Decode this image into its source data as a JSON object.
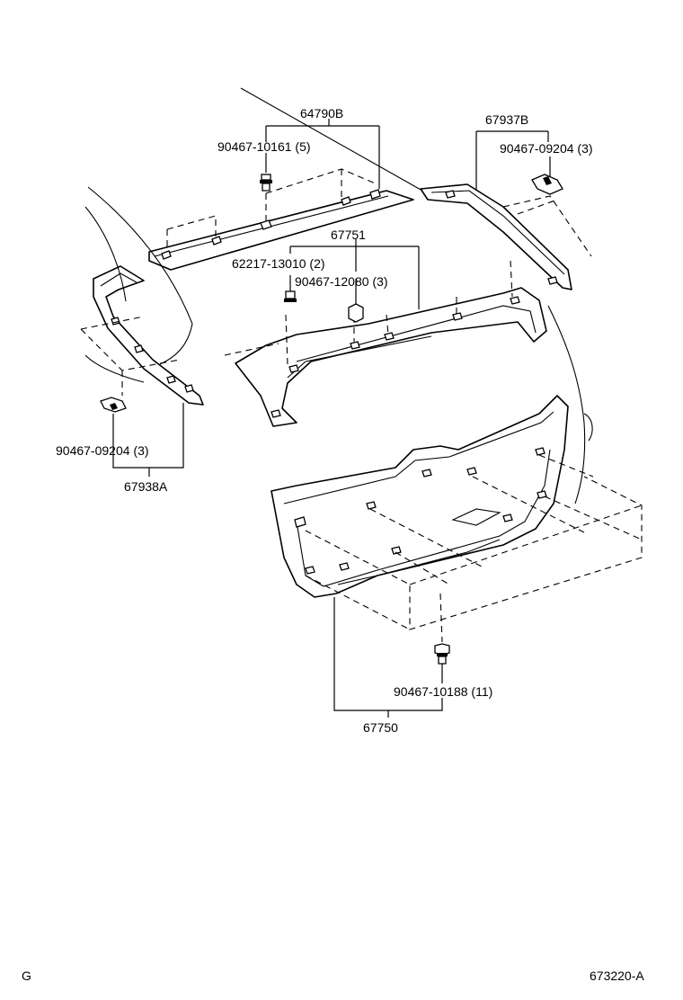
{
  "diagram": {
    "part_labels": {
      "molding_upper": "64790B",
      "clip_upper": "90467-10161 (5)",
      "garnish_right": "67937B",
      "clip_right": "90467-09204 (3)",
      "board_middle": "67751",
      "clip_middle_a": "62217-13010 (2)",
      "clip_middle_b": "90467-12080 (3)",
      "clip_left": "90467-09204 (3)",
      "garnish_left": "67938A",
      "clip_lower": "90467-10188 (11)",
      "board_lower": "67750"
    },
    "footer": {
      "left_code": "G",
      "figure_code": "673220-A"
    }
  }
}
